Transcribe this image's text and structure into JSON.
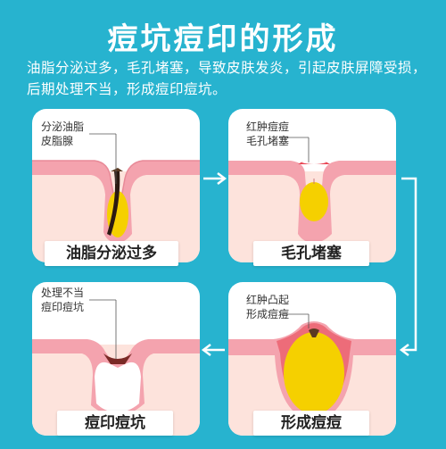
{
  "title": "痘坑痘印的形成",
  "subtitle": "油脂分泌过多，毛孔堵塞，导致皮肤发炎，引起皮肤屏障受损，后期处理不当，形成痘印痘坑。",
  "colors": {
    "background": "#27b3cf",
    "skin_pink": "#f4a3ae",
    "skin_light": "#fde3dc",
    "sebum_yellow": "#f5d000",
    "inflamed_red": "#e8404f"
  },
  "stages": [
    {
      "label_line1": "分泌油脂",
      "label_line2": "皮脂腺",
      "caption": "油脂分泌过多"
    },
    {
      "label_line1": "红肿痘痘",
      "label_line2": "毛孔堵塞",
      "caption": "毛孔堵塞"
    },
    {
      "label_line1": "红肿凸起",
      "label_line2": "形成痘痘",
      "caption": "形成痘痘"
    },
    {
      "label_line1": "处理不当",
      "label_line2": "痘印痘坑",
      "caption": "痘印痘坑"
    }
  ]
}
